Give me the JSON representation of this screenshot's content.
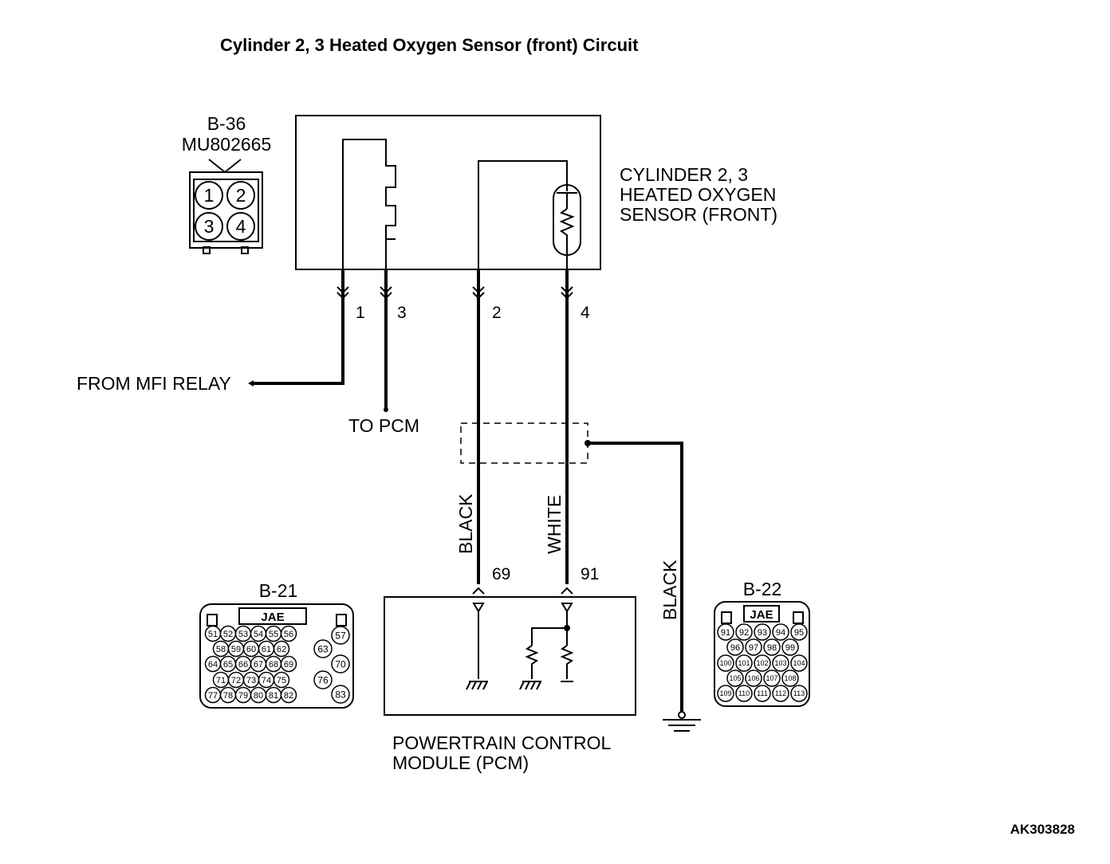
{
  "title": "Cylinder 2, 3 Heated Oxygen Sensor (front) Circuit",
  "connector_b36": {
    "id": "B-36",
    "part": "MU802665",
    "pins": [
      "1",
      "2",
      "3",
      "4"
    ]
  },
  "sensor": {
    "line1": "CYLINDER 2, 3",
    "line2": "HEATED OXYGEN",
    "line3": "SENSOR (FRONT)"
  },
  "sensor_pins": {
    "p1": "1",
    "p3": "3",
    "p2": "2",
    "p4": "4"
  },
  "from_mfi_relay": "FROM MFI RELAY",
  "to_pcm": "TO PCM",
  "wire_colors": {
    "black": "BLACK",
    "white": "WHITE",
    "ground": "BLACK"
  },
  "pcm_pins": {
    "p69": "69",
    "p91": "91"
  },
  "pcm": {
    "line1": "POWERTRAIN CONTROL",
    "line2": "MODULE (PCM)"
  },
  "connector_b21": {
    "id": "B-21",
    "maker": "JAE",
    "rows": [
      [
        "51",
        "52",
        "53",
        "54",
        "55",
        "56"
      ],
      [
        "58",
        "59",
        "60",
        "61",
        "62"
      ],
      [
        "64",
        "65",
        "66",
        "67",
        "68",
        "69"
      ],
      [
        "71",
        "72",
        "73",
        "74",
        "75"
      ],
      [
        "77",
        "78",
        "79",
        "80",
        "81",
        "82"
      ]
    ],
    "side": [
      "57",
      "63",
      "70",
      "76",
      "83"
    ]
  },
  "connector_b22": {
    "id": "B-22",
    "maker": "JAE",
    "rows": [
      [
        "91",
        "92",
        "93",
        "94",
        "95"
      ],
      [
        "96",
        "97",
        "98",
        "99"
      ],
      [
        "100",
        "101",
        "102",
        "103",
        "104"
      ],
      [
        "105",
        "106",
        "107",
        "108"
      ],
      [
        "109",
        "110",
        "111",
        "112",
        "113"
      ]
    ]
  },
  "figure_id": "AK303828"
}
